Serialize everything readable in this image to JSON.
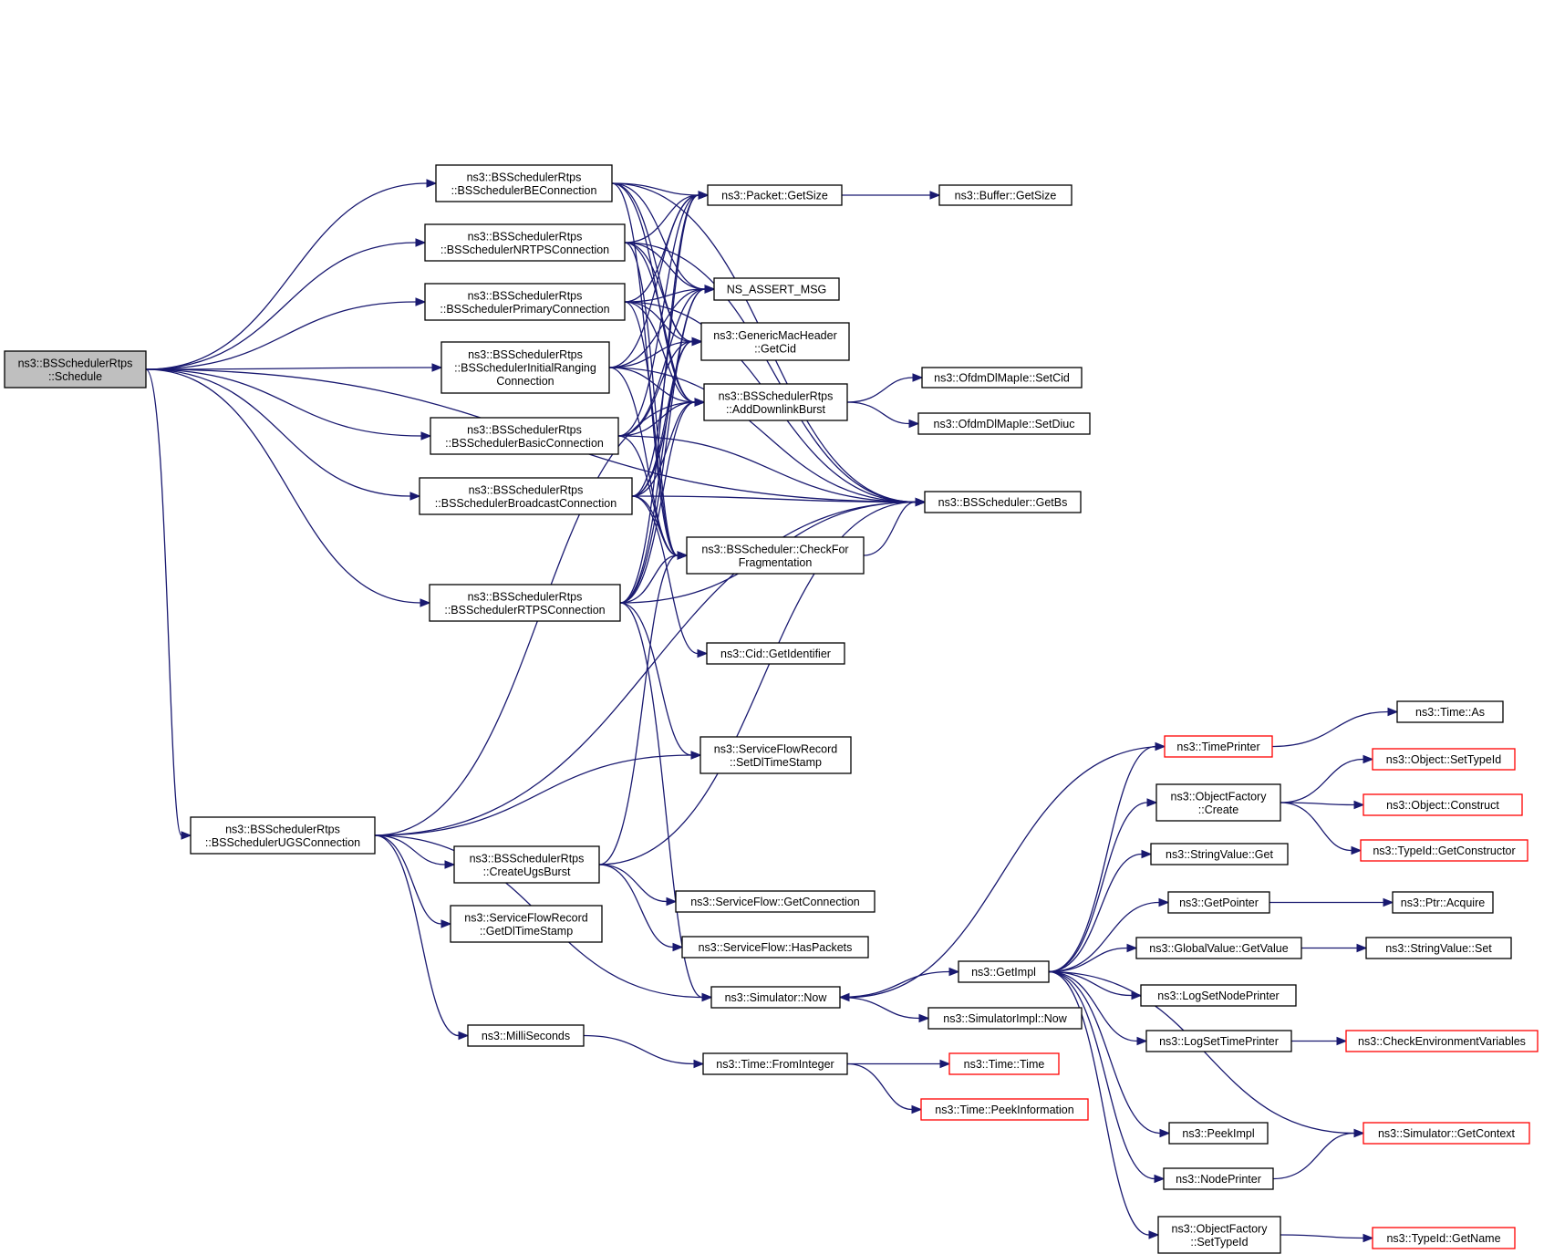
{
  "colors": {
    "edge": "#191970",
    "node_border": "#000000",
    "truncated_border": "#ff0000",
    "root_fill": "#bfbfbf",
    "node_fill": "#ffffff"
  },
  "nodes": {
    "schedule": {
      "lines": [
        "ns3::BSSchedulerRtps",
        "::Schedule"
      ],
      "root": true
    },
    "be_conn": {
      "lines": [
        "ns3::BSSchedulerRtps",
        "::BSSchedulerBEConnection"
      ]
    },
    "nrtps_conn": {
      "lines": [
        "ns3::BSSchedulerRtps",
        "::BSSchedulerNRTPSConnection"
      ]
    },
    "primary_conn": {
      "lines": [
        "ns3::BSSchedulerRtps",
        "::BSSchedulerPrimaryConnection"
      ]
    },
    "initial_ranging": {
      "lines": [
        "ns3::BSSchedulerRtps",
        "::BSSchedulerInitialRanging",
        "Connection"
      ]
    },
    "basic_conn": {
      "lines": [
        "ns3::BSSchedulerRtps",
        "::BSSchedulerBasicConnection"
      ]
    },
    "broadcast_conn": {
      "lines": [
        "ns3::BSSchedulerRtps",
        "::BSSchedulerBroadcastConnection"
      ]
    },
    "rtps_conn": {
      "lines": [
        "ns3::BSSchedulerRtps",
        "::BSSchedulerRTPSConnection"
      ]
    },
    "ugs_conn": {
      "lines": [
        "ns3::BSSchedulerRtps",
        "::BSSchedulerUGSConnection"
      ]
    },
    "packet_getsize": {
      "lines": [
        "ns3::Packet::GetSize"
      ]
    },
    "buffer_getsize": {
      "lines": [
        "ns3::Buffer::GetSize"
      ]
    },
    "ns_assert_msg": {
      "lines": [
        "NS_ASSERT_MSG"
      ]
    },
    "generic_getcid": {
      "lines": [
        "ns3::GenericMacHeader",
        "::GetCid"
      ]
    },
    "add_downlink_burst": {
      "lines": [
        "ns3::BSSchedulerRtps",
        "::AddDownlinkBurst"
      ]
    },
    "ofdm_setcid": {
      "lines": [
        "ns3::OfdmDlMapIe::SetCid"
      ]
    },
    "ofdm_setdiuc": {
      "lines": [
        "ns3::OfdmDlMapIe::SetDiuc"
      ]
    },
    "bsscheduler_getbs": {
      "lines": [
        "ns3::BSScheduler::GetBs"
      ]
    },
    "check_fragmentation": {
      "lines": [
        "ns3::BSScheduler::CheckFor",
        "Fragmentation"
      ]
    },
    "cid_getidentifier": {
      "lines": [
        "ns3::Cid::GetIdentifier"
      ]
    },
    "sfr_setdltimestamp": {
      "lines": [
        "ns3::ServiceFlowRecord",
        "::SetDlTimeStamp"
      ]
    },
    "create_ugs_burst": {
      "lines": [
        "ns3::BSSchedulerRtps",
        "::CreateUgsBurst"
      ]
    },
    "sfr_getdltimestamp": {
      "lines": [
        "ns3::ServiceFlowRecord",
        "::GetDlTimeStamp"
      ]
    },
    "sf_getconnection": {
      "lines": [
        "ns3::ServiceFlow::GetConnection"
      ]
    },
    "sf_haspackets": {
      "lines": [
        "ns3::ServiceFlow::HasPackets"
      ]
    },
    "simulator_now": {
      "lines": [
        "ns3::Simulator::Now"
      ]
    },
    "milliseconds": {
      "lines": [
        "ns3::MilliSeconds"
      ]
    },
    "simulatorimpl_now": {
      "lines": [
        "ns3::SimulatorImpl::Now"
      ]
    },
    "time_frominteger": {
      "lines": [
        "ns3::Time::FromInteger"
      ]
    },
    "time_time": {
      "lines": [
        "ns3::Time::Time"
      ],
      "truncated": true
    },
    "time_peekinformation": {
      "lines": [
        "ns3::Time::PeekInformation"
      ],
      "truncated": true
    },
    "getimpl": {
      "lines": [
        "ns3::GetImpl"
      ]
    },
    "timeprinter": {
      "lines": [
        "ns3::TimePrinter"
      ],
      "truncated": true
    },
    "time_as": {
      "lines": [
        "ns3::Time::As"
      ]
    },
    "objectfactory_create": {
      "lines": [
        "ns3::ObjectFactory",
        "::Create"
      ]
    },
    "object_settypeid": {
      "lines": [
        "ns3::Object::SetTypeId"
      ],
      "truncated": true
    },
    "object_construct": {
      "lines": [
        "ns3::Object::Construct"
      ],
      "truncated": true
    },
    "typeid_getconstructor": {
      "lines": [
        "ns3::TypeId::GetConstructor"
      ],
      "truncated": true
    },
    "stringvalue_get": {
      "lines": [
        "ns3::StringValue::Get"
      ]
    },
    "getpointer": {
      "lines": [
        "ns3::GetPointer"
      ]
    },
    "ptr_acquire": {
      "lines": [
        "ns3::Ptr::Acquire"
      ]
    },
    "globalvalue_getvalue": {
      "lines": [
        "ns3::GlobalValue::GetValue"
      ]
    },
    "stringvalue_set": {
      "lines": [
        "ns3::StringValue::Set"
      ]
    },
    "logsetnodeprinter": {
      "lines": [
        "ns3::LogSetNodePrinter"
      ]
    },
    "logsettimeprinter": {
      "lines": [
        "ns3::LogSetTimePrinter"
      ]
    },
    "checkenvvars": {
      "lines": [
        "ns3::CheckEnvironmentVariables"
      ],
      "truncated": true
    },
    "simulator_getcontext": {
      "lines": [
        "ns3::Simulator::GetContext"
      ],
      "truncated": true
    },
    "peekimpl": {
      "lines": [
        "ns3::PeekImpl"
      ]
    },
    "nodeprinter": {
      "lines": [
        "ns3::NodePrinter"
      ]
    },
    "objectfactory_settypeid": {
      "lines": [
        "ns3::ObjectFactory",
        "::SetTypeId"
      ]
    },
    "typeid_getname": {
      "lines": [
        "ns3::TypeId::GetName"
      ],
      "truncated": true
    }
  },
  "edges": [
    [
      "schedule",
      "be_conn"
    ],
    [
      "schedule",
      "nrtps_conn"
    ],
    [
      "schedule",
      "primary_conn"
    ],
    [
      "schedule",
      "initial_ranging"
    ],
    [
      "schedule",
      "basic_conn"
    ],
    [
      "schedule",
      "broadcast_conn"
    ],
    [
      "schedule",
      "rtps_conn"
    ],
    [
      "schedule",
      "ugs_conn"
    ],
    [
      "schedule",
      "bsscheduler_getbs"
    ],
    [
      "be_conn",
      "packet_getsize"
    ],
    [
      "be_conn",
      "ns_assert_msg"
    ],
    [
      "be_conn",
      "add_downlink_burst"
    ],
    [
      "be_conn",
      "check_fragmentation"
    ],
    [
      "be_conn",
      "generic_getcid"
    ],
    [
      "be_conn",
      "bsscheduler_getbs"
    ],
    [
      "nrtps_conn",
      "packet_getsize"
    ],
    [
      "nrtps_conn",
      "ns_assert_msg"
    ],
    [
      "nrtps_conn",
      "generic_getcid"
    ],
    [
      "nrtps_conn",
      "add_downlink_burst"
    ],
    [
      "nrtps_conn",
      "check_fragmentation"
    ],
    [
      "nrtps_conn",
      "bsscheduler_getbs"
    ],
    [
      "primary_conn",
      "ns_assert_msg"
    ],
    [
      "primary_conn",
      "generic_getcid"
    ],
    [
      "primary_conn",
      "add_downlink_burst"
    ],
    [
      "primary_conn",
      "check_fragmentation"
    ],
    [
      "primary_conn",
      "packet_getsize"
    ],
    [
      "primary_conn",
      "bsscheduler_getbs"
    ],
    [
      "initial_ranging",
      "ns_assert_msg"
    ],
    [
      "initial_ranging",
      "generic_getcid"
    ],
    [
      "initial_ranging",
      "add_downlink_burst"
    ],
    [
      "initial_ranging",
      "check_fragmentation"
    ],
    [
      "initial_ranging",
      "packet_getsize"
    ],
    [
      "initial_ranging",
      "bsscheduler_getbs"
    ],
    [
      "basic_conn",
      "ns_assert_msg"
    ],
    [
      "basic_conn",
      "generic_getcid"
    ],
    [
      "basic_conn",
      "add_downlink_burst"
    ],
    [
      "basic_conn",
      "check_fragmentation"
    ],
    [
      "basic_conn",
      "packet_getsize"
    ],
    [
      "basic_conn",
      "bsscheduler_getbs"
    ],
    [
      "broadcast_conn",
      "ns_assert_msg"
    ],
    [
      "broadcast_conn",
      "generic_getcid"
    ],
    [
      "broadcast_conn",
      "add_downlink_burst"
    ],
    [
      "broadcast_conn",
      "check_fragmentation"
    ],
    [
      "broadcast_conn",
      "packet_getsize"
    ],
    [
      "broadcast_conn",
      "cid_getidentifier"
    ],
    [
      "broadcast_conn",
      "bsscheduler_getbs"
    ],
    [
      "rtps_conn",
      "ns_assert_msg"
    ],
    [
      "rtps_conn",
      "generic_getcid"
    ],
    [
      "rtps_conn",
      "add_downlink_burst"
    ],
    [
      "rtps_conn",
      "check_fragmentation"
    ],
    [
      "rtps_conn",
      "packet_getsize"
    ],
    [
      "rtps_conn",
      "sfr_setdltimestamp"
    ],
    [
      "rtps_conn",
      "simulator_now"
    ],
    [
      "rtps_conn",
      "bsscheduler_getbs"
    ],
    [
      "ugs_conn",
      "add_downlink_burst"
    ],
    [
      "ugs_conn",
      "sfr_setdltimestamp"
    ],
    [
      "ugs_conn",
      "bsscheduler_getbs"
    ],
    [
      "ugs_conn",
      "create_ugs_burst"
    ],
    [
      "ugs_conn",
      "sfr_getdltimestamp"
    ],
    [
      "ugs_conn",
      "simulator_now"
    ],
    [
      "ugs_conn",
      "milliseconds"
    ],
    [
      "create_ugs_burst",
      "check_fragmentation"
    ],
    [
      "create_ugs_burst",
      "bsscheduler_getbs"
    ],
    [
      "create_ugs_burst",
      "sf_getconnection"
    ],
    [
      "create_ugs_burst",
      "sf_haspackets"
    ],
    [
      "packet_getsize",
      "buffer_getsize"
    ],
    [
      "add_downlink_burst",
      "ofdm_setcid"
    ],
    [
      "add_downlink_burst",
      "ofdm_setdiuc"
    ],
    [
      "check_fragmentation",
      "bsscheduler_getbs"
    ],
    [
      "simulator_now",
      "getimpl"
    ],
    [
      "simulator_now",
      "simulatorimpl_now"
    ],
    [
      "milliseconds",
      "time_frominteger"
    ],
    [
      "time_frominteger",
      "time_time"
    ],
    [
      "time_frominteger",
      "time_peekinformation"
    ],
    [
      "getimpl",
      "timeprinter"
    ],
    [
      "getimpl",
      "objectfactory_create"
    ],
    [
      "getimpl",
      "stringvalue_get"
    ],
    [
      "getimpl",
      "getpointer"
    ],
    [
      "getimpl",
      "globalvalue_getvalue"
    ],
    [
      "getimpl",
      "logsetnodeprinter"
    ],
    [
      "getimpl",
      "logsettimeprinter"
    ],
    [
      "getimpl",
      "simulator_getcontext"
    ],
    [
      "getimpl",
      "peekimpl"
    ],
    [
      "getimpl",
      "nodeprinter"
    ],
    [
      "getimpl",
      "objectfactory_settypeid"
    ],
    [
      "timeprinter",
      "simulator_now"
    ],
    [
      "timeprinter",
      "time_as"
    ],
    [
      "objectfactory_create",
      "object_settypeid"
    ],
    [
      "objectfactory_create",
      "object_construct"
    ],
    [
      "objectfactory_create",
      "typeid_getconstructor"
    ],
    [
      "getpointer",
      "ptr_acquire"
    ],
    [
      "globalvalue_getvalue",
      "stringvalue_set"
    ],
    [
      "logsettimeprinter",
      "checkenvvars"
    ],
    [
      "nodeprinter",
      "simulator_getcontext"
    ],
    [
      "objectfactory_settypeid",
      "typeid_getname"
    ]
  ]
}
